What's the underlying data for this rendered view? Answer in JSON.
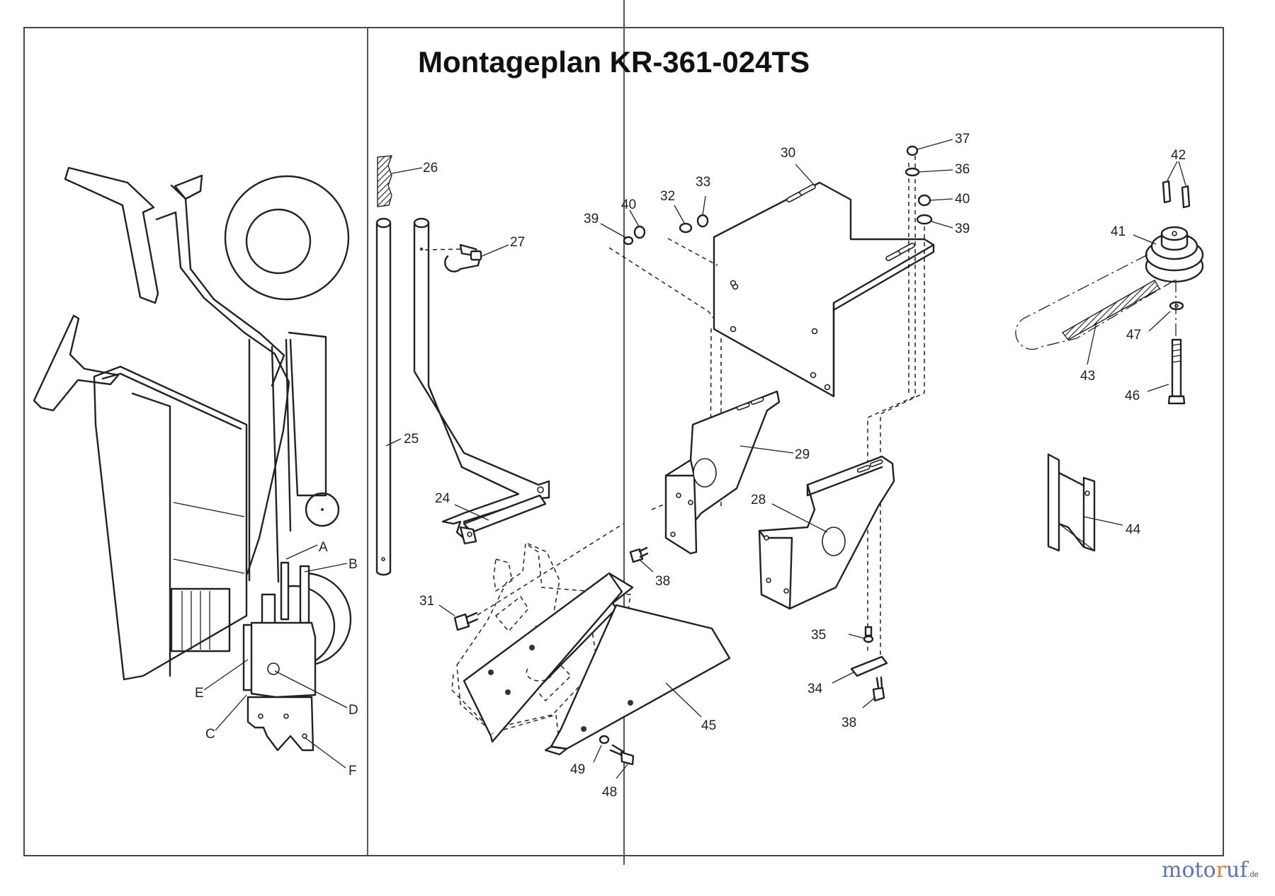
{
  "title": "Montageplan KR-361-024TS",
  "watermark": {
    "text_a": "moto",
    "text_b": "r",
    "text_c": "uf",
    "tld": ".de"
  },
  "labels": {
    "A": "A",
    "B": "B",
    "C": "C",
    "D": "D",
    "E": "E",
    "F": "F",
    "n24": "24",
    "n25": "25",
    "n26": "26",
    "n27": "27",
    "n28": "28",
    "n29": "29",
    "n30": "30",
    "n31": "31",
    "n32": "32",
    "n33": "33",
    "n34": "34",
    "n35": "35",
    "n36": "36",
    "n37": "37",
    "n38a": "38",
    "n38b": "38",
    "n39a": "39",
    "n39b": "39",
    "n40a": "40",
    "n40b": "40",
    "n41": "41",
    "n42": "42",
    "n43": "43",
    "n44": "44",
    "n45": "45",
    "n46": "46",
    "n47": "47",
    "n48": "48",
    "n49": "49"
  }
}
